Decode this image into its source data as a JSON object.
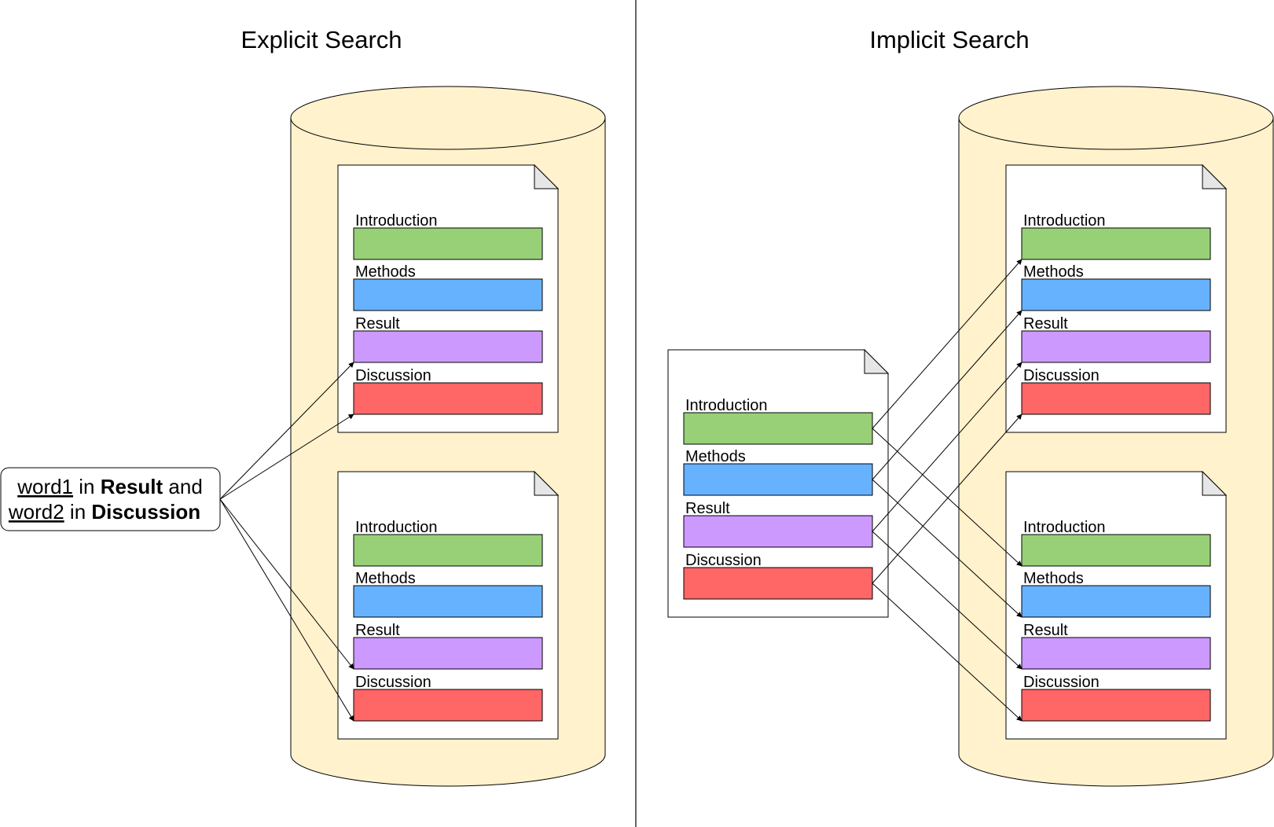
{
  "titles": {
    "explicit": "Explicit Search",
    "implicit": "Implicit Search"
  },
  "query": {
    "line1_word": "word1",
    "line1_in": " in ",
    "line1_section": "Result",
    "line1_and": " and",
    "line2_word": "word2",
    "line2_in": " in ",
    "line2_section": "Discussion"
  },
  "sections": [
    "Introduction",
    "Methods",
    "Result",
    "Discussion"
  ],
  "colors": {
    "database_fill": "#fff2cc",
    "introduction": "#97d077",
    "methods": "#66b2ff",
    "result": "#cc99ff",
    "discussion": "#ff6666",
    "divider": "#333333"
  }
}
